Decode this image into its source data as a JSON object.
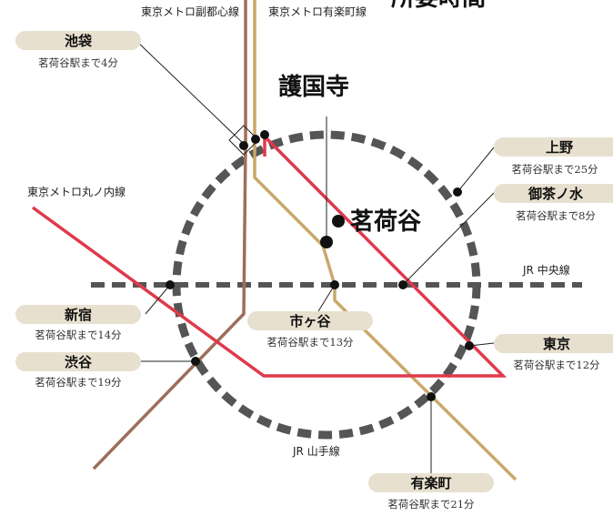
{
  "header_fragment": "所要時間",
  "lines": {
    "fukutoshin": "東京メトロ副都心線",
    "yurakucho": "東京メトロ有楽町線",
    "marunouchi": "東京メトロ丸ノ内線",
    "chuo": "JR 中央線",
    "yamanote": "JR 山手線"
  },
  "landmarks": {
    "gokokuji": "護国寺",
    "myogadani": "茗荷谷"
  },
  "stations": {
    "ikebukuro": {
      "name": "池袋",
      "time": "茗荷谷駅まで4分"
    },
    "ueno": {
      "name": "上野",
      "time": "茗荷谷駅まで25分"
    },
    "ochanomizu": {
      "name": "御茶ノ水",
      "time": "茗荷谷駅まで8分"
    },
    "shinjuku": {
      "name": "新宿",
      "time": "茗荷谷駅まで14分"
    },
    "ichigaya": {
      "name": "市ヶ谷",
      "time": "茗荷谷駅まで13分"
    },
    "tokyo": {
      "name": "東京",
      "time": "茗荷谷駅まで12分"
    },
    "shibuya": {
      "name": "渋谷",
      "time": "茗荷谷駅まで19分"
    },
    "yurakucho": {
      "name": "有楽町",
      "time": "茗荷谷駅まで21分"
    }
  },
  "colors": {
    "marunouchi": "#e0394b",
    "yurakucho": "#c9a86a",
    "fukutoshin": "#9c6f5a",
    "chuo": "#555555",
    "yamanote": "#555555",
    "pill": "#e8e0cf"
  }
}
